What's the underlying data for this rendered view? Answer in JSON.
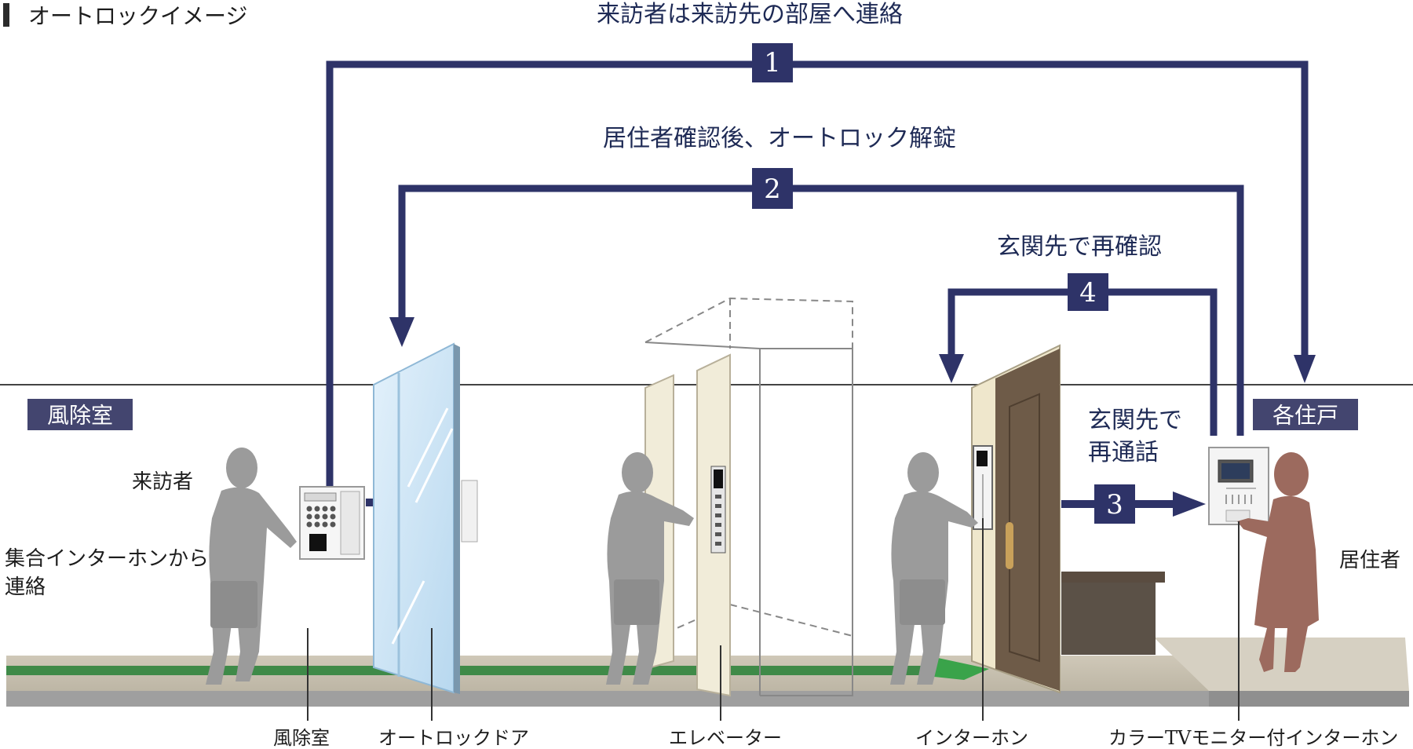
{
  "header": {
    "title": "オートロックイメージ"
  },
  "steps": [
    {
      "num": "1",
      "text": "来訪者は来訪先の部屋へ連絡"
    },
    {
      "num": "2",
      "text": "居住者確認後、オートロック解錠"
    },
    {
      "num": "3",
      "text_line1": "玄関先で",
      "text_line2": "再通話"
    },
    {
      "num": "4",
      "text": "玄関先で再確認"
    }
  ],
  "zones": {
    "left": "風除室",
    "right": "各住戸"
  },
  "people": {
    "visitor": "来訪者",
    "visitor_note_line1": "集合インターホンから",
    "visitor_note_line2": "連絡",
    "resident": "居住者"
  },
  "bottom_labels": {
    "vestibule": "風除室",
    "autolock_door": "オートロックドア",
    "elevator": "エレベーター",
    "intercom": "インターホン",
    "monitor_intercom": "カラーTVモニター付インターホン"
  },
  "colors": {
    "arrow": "#2e3368",
    "badge": "#2e3368",
    "zone_tag": "#43456f",
    "silhouette": "#9b9b9b",
    "resident": "#9c6a5e",
    "floor_green": "#3f8a48",
    "door_brown": "#6e5b48"
  }
}
